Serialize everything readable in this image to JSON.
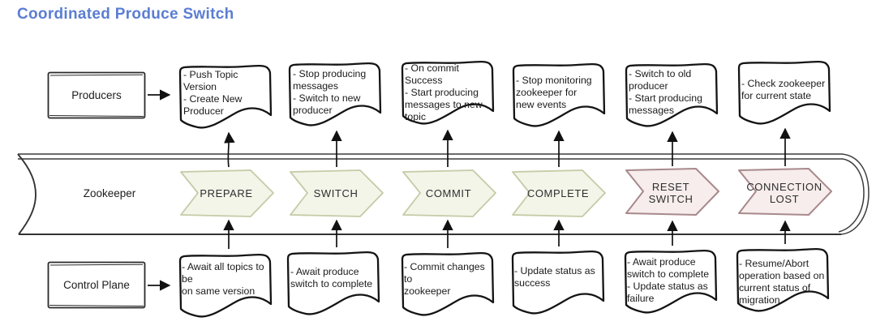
{
  "title": "Coordinated Produce Switch",
  "colors": {
    "title_text": "#5b7ed2",
    "ink": "#141414",
    "stage_normal_fill": "#f3f5e9",
    "stage_normal_border": "#c5cba6",
    "stage_failure_fill": "#f6edec",
    "stage_failure_border": "#a8898c"
  },
  "lanes": {
    "producers_label": "Producers",
    "zookeeper_label": "Zookeeper",
    "control_plane_label": "Control Plane"
  },
  "stages": [
    {
      "label": "PREPARE",
      "status": "normal"
    },
    {
      "label": "SWITCH",
      "status": "normal"
    },
    {
      "label": "COMMIT",
      "status": "normal"
    },
    {
      "label": "COMPLETE",
      "status": "normal"
    },
    {
      "label": "RESET SWITCH",
      "status": "failure"
    },
    {
      "label": "CONNECTION LOST",
      "status": "failure"
    }
  ],
  "producer_notes": [
    "- Push Topic Version\n- Create New\nProducer",
    "- Stop producing\nmessages\n- Switch to new\nproducer",
    "- On commit Success\n- Start producing\nmessages to new\ntopic",
    "- Stop monitoring\nzookeeper for\nnew events",
    "- Switch to old\nproducer\n- Start producing\nmessages",
    "- Check zookeeper\nfor current state"
  ],
  "control_plane_notes": [
    "- Await all topics to be\non same version",
    "- Await produce\nswitch to complete",
    "- Commit changes to\nzookeeper",
    "- Update status as\nsuccess",
    "- Await produce\nswitch to complete\n- Update status as\nfailure",
    "- Resume/Abort\noperation based on\ncurrent status of\nmigration"
  ]
}
